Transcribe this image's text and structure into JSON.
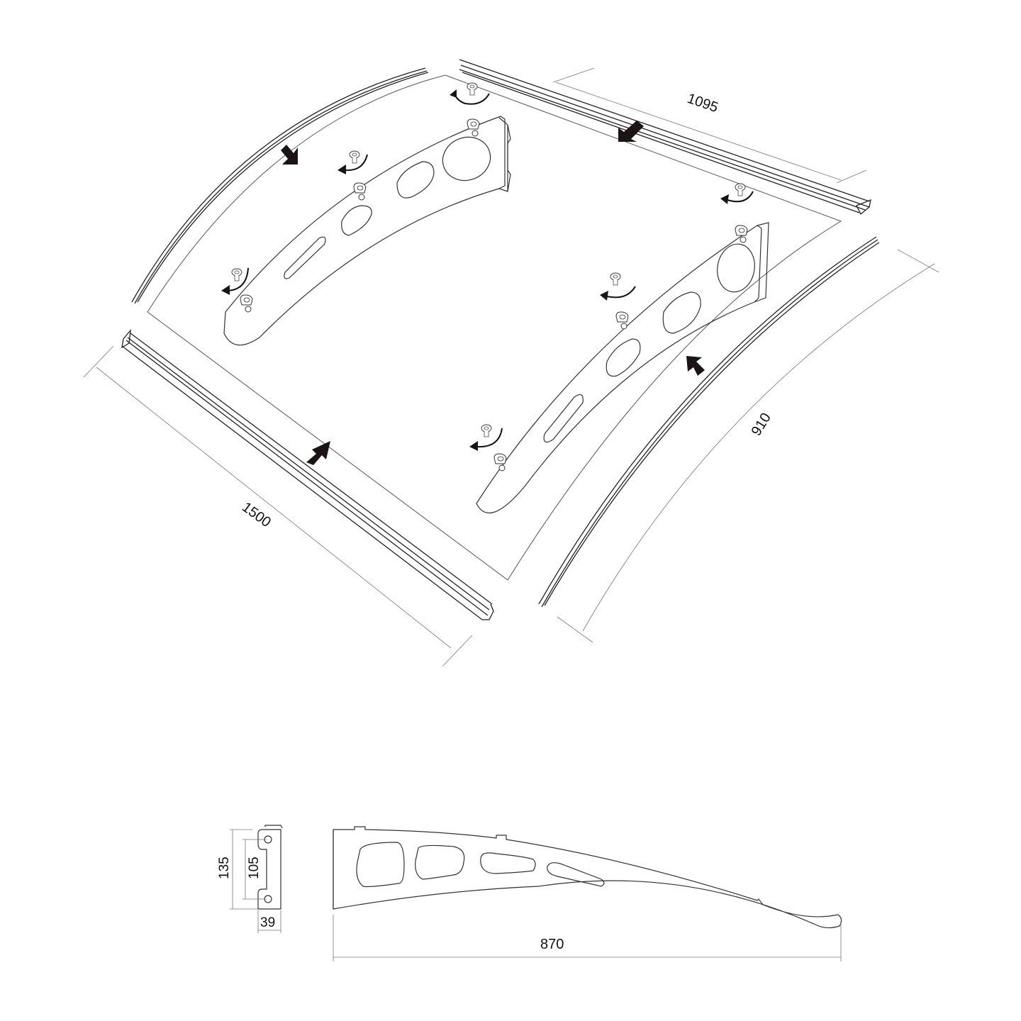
{
  "diagram": {
    "title": "Door canopy assembly drawing",
    "colors": {
      "line": "#333333",
      "arrow": "#1a1414",
      "dimension": "#777777",
      "background": "#ffffff"
    },
    "exploded_view": {
      "dimensions": {
        "top_rail_length": "1095",
        "front_rail_length": "1500",
        "side_arc_length": "910"
      },
      "parts": [
        "polycarbonate-panel",
        "top-wall-rail",
        "front-edge-rail",
        "left-side-edge-strip",
        "right-side-edge-strip",
        "left-bracket",
        "right-bracket",
        "screws"
      ]
    },
    "bracket_end_view": {
      "dimensions": {
        "overall_height": "135",
        "hole_spacing": "105",
        "depth": "39"
      }
    },
    "bracket_side_view": {
      "dimensions": {
        "length": "870"
      }
    }
  }
}
